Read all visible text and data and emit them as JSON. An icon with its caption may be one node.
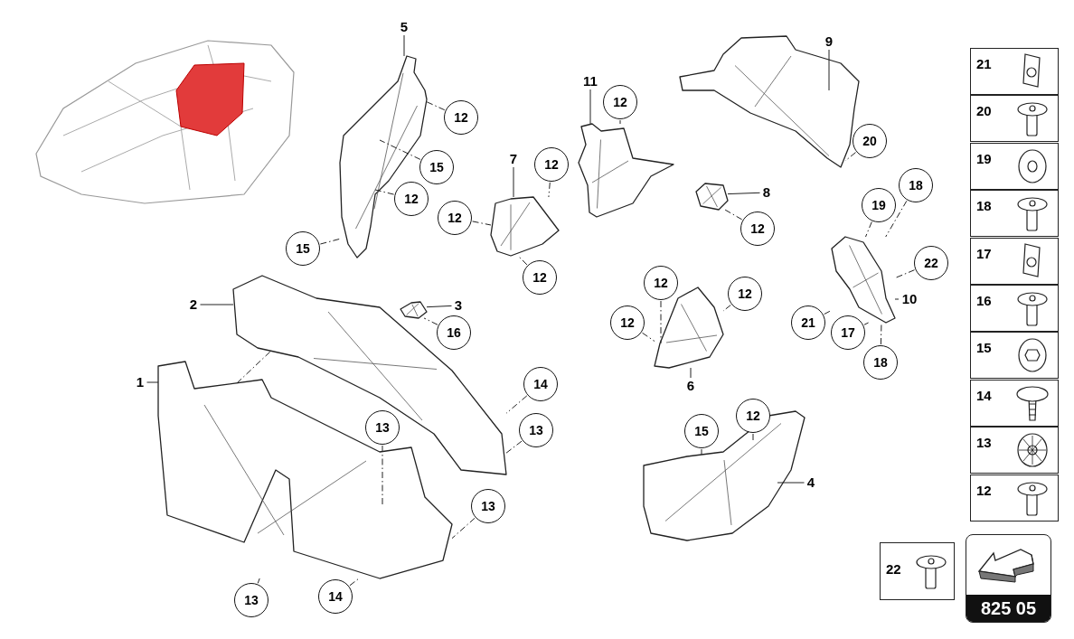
{
  "diagram": {
    "nodes": [
      {
        "text": [],
        "shape": "picture"
      },
      {
        "text": [],
        "shape": "picture"
      },
      {
        "text": [],
        "shape": "picture"
      },
      {
        "text": [],
        "shape": "picture"
      },
      {
        "text": [],
        "shape": "picture"
      },
      {
        "text": [],
        "shape": "picture"
      },
      {
        "text": [],
        "shape": "picture"
      },
      {
        "text": [],
        "shape": "picture"
      },
      {
        "text": [],
        "shape": "picture"
      },
      {
        "text": [],
        "shape": "picture"
      },
      {
        "text": [],
        "shape": "picture"
      },
      {
        "text": [
          "1"
        ]
      },
      {
        "text": [
          "2"
        ]
      },
      {
        "text": [
          "3"
        ]
      },
      {
        "text": [
          "4"
        ]
      },
      {
        "text": [
          "5"
        ]
      },
      {
        "text": [
          "6"
        ]
      },
      {
        "text": [
          "7"
        ]
      },
      {
        "text": [
          "8"
        ]
      },
      {
        "text": [
          "9"
        ]
      },
      {
        "text": [
          "10"
        ]
      },
      {
        "text": [
          "11"
        ]
      },
      {
        "text": [
          "12"
        ]
      },
      {
        "text": [
          "15"
        ]
      },
      {
        "text": [
          "12"
        ]
      },
      {
        "text": [
          "15"
        ]
      },
      {
        "text": [
          "12"
        ]
      },
      {
        "text": [
          "12"
        ]
      },
      {
        "text": [
          "12"
        ]
      },
      {
        "text": [
          "12"
        ]
      },
      {
        "text": [
          "20"
        ]
      },
      {
        "text": [
          "12"
        ]
      },
      {
        "text": [
          "18"
        ]
      },
      {
        "text": [
          "19"
        ]
      },
      {
        "text": [
          "22"
        ]
      },
      {
        "text": [
          "21"
        ]
      },
      {
        "text": [
          "17"
        ]
      },
      {
        "text": [
          "18"
        ]
      },
      {
        "text": [
          "12"
        ]
      },
      {
        "text": [
          "12"
        ]
      },
      {
        "text": [
          "12"
        ]
      },
      {
        "text": [
          "16"
        ]
      },
      {
        "text": [
          "14"
        ]
      },
      {
        "text": [
          "13"
        ]
      },
      {
        "text": [
          "13"
        ]
      },
      {
        "text": [
          "13"
        ]
      },
      {
        "text": [
          "13"
        ]
      },
      {
        "text": [
          "14"
        ]
      },
      {
        "text": [
          "12"
        ]
      },
      {
        "text": [
          "15"
        ]
      }
    ],
    "edges": [
      {
        "from": 11,
        "to": 0,
        "arrow": "none"
      },
      {
        "from": 12,
        "to": 1,
        "arrow": "none"
      },
      {
        "from": 13,
        "to": 2,
        "arrow": "none"
      },
      {
        "from": 14,
        "to": 3,
        "arrow": "none"
      },
      {
        "from": 15,
        "to": 4,
        "arrow": "none"
      },
      {
        "from": 16,
        "to": 5,
        "arrow": "none"
      },
      {
        "from": 17,
        "to": 6,
        "arrow": "none"
      },
      {
        "from": 18,
        "to": 7,
        "arrow": "none"
      },
      {
        "from": 19,
        "to": 8,
        "arrow": "none"
      },
      {
        "from": 20,
        "to": 9,
        "arrow": "none"
      },
      {
        "from": 21,
        "to": 10,
        "arrow": "none"
      },
      {
        "from": 22,
        "to": 4,
        "arrow": "none",
        "style": "dashed"
      },
      {
        "from": 23,
        "to": 4,
        "arrow": "none",
        "style": "dashed"
      },
      {
        "from": 24,
        "to": 4,
        "arrow": "none",
        "style": "dashed"
      },
      {
        "from": 25,
        "to": 4,
        "arrow": "none",
        "style": "dashed"
      },
      {
        "from": 26,
        "to": 10,
        "arrow": "none",
        "style": "dashed"
      },
      {
        "from": 27,
        "to": 6,
        "arrow": "none",
        "style": "dashed"
      },
      {
        "from": 28,
        "to": 6,
        "arrow": "none",
        "style": "dashed"
      },
      {
        "from": 29,
        "to": 6,
        "arrow": "none",
        "style": "dashed"
      },
      {
        "from": 30,
        "to": 8,
        "arrow": "none",
        "style": "dashed"
      },
      {
        "from": 31,
        "to": 7,
        "arrow": "none",
        "style": "dashed"
      },
      {
        "from": 32,
        "to": 9,
        "arrow": "none",
        "style": "dashed"
      },
      {
        "from": 33,
        "to": 9,
        "arrow": "none",
        "style": "dashed"
      },
      {
        "from": 34,
        "to": 9,
        "arrow": "none",
        "style": "dashed"
      },
      {
        "from": 35,
        "to": 9,
        "arrow": "none",
        "style": "dashed"
      },
      {
        "from": 36,
        "to": 9,
        "arrow": "none",
        "style": "dashed"
      },
      {
        "from": 37,
        "to": 9,
        "arrow": "none",
        "style": "dashed"
      },
      {
        "from": 38,
        "to": 5,
        "arrow": "none",
        "style": "dashed"
      },
      {
        "from": 39,
        "to": 5,
        "arrow": "none",
        "style": "dashed"
      },
      {
        "from": 40,
        "to": 5,
        "arrow": "none",
        "style": "dashed"
      },
      {
        "from": 41,
        "to": 2,
        "arrow": "none",
        "style": "dashed"
      },
      {
        "from": 42,
        "to": 1,
        "arrow": "none",
        "style": "dashed"
      },
      {
        "from": 43,
        "to": 1,
        "arrow": "none",
        "style": "dashed"
      },
      {
        "from": 44,
        "to": 0,
        "arrow": "none",
        "style": "dashed"
      },
      {
        "from": 45,
        "to": 0,
        "arrow": "none",
        "style": "dashed"
      },
      {
        "from": 46,
        "to": 0,
        "arrow": "none",
        "style": "dashed"
      },
      {
        "from": 47,
        "to": 0,
        "arrow": "none",
        "style": "dashed"
      },
      {
        "from": 48,
        "to": 3,
        "arrow": "none",
        "style": "dashed"
      },
      {
        "from": 49,
        "to": 3,
        "arrow": "none",
        "style": "dashed"
      },
      {
        "from": 0,
        "to": 1,
        "arrow": "none",
        "style": "dashed"
      }
    ],
    "labels": [
      "21",
      "20",
      "19",
      "18",
      "17",
      "16",
      "15",
      "14",
      "13",
      "12",
      "22",
      "825 05"
    ]
  }
}
